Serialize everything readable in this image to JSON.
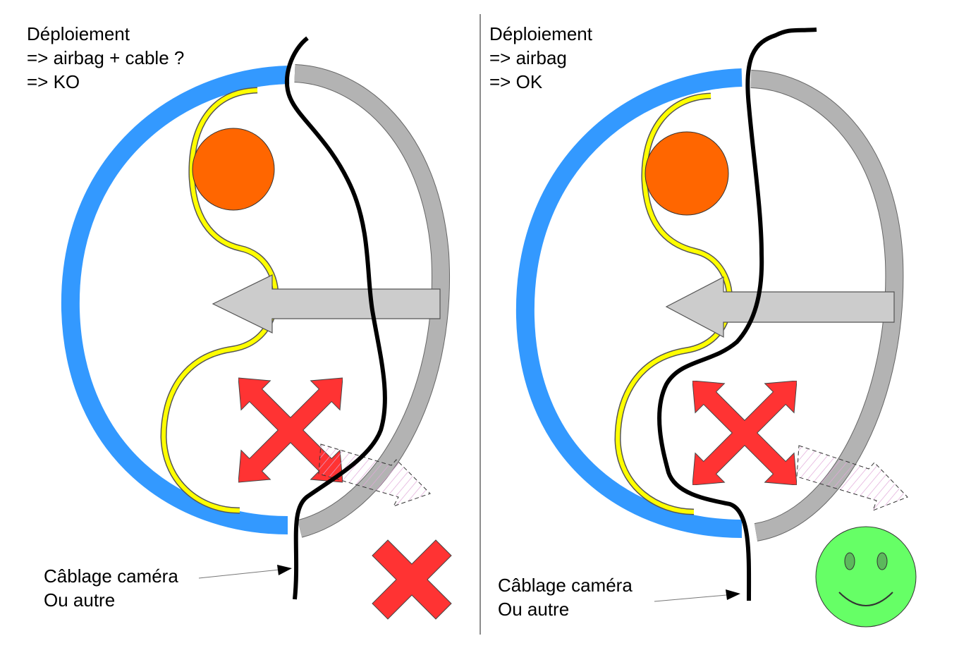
{
  "colors": {
    "blue": "#3399ff",
    "gray": "#b3b3b3",
    "yellow": "#ffff00",
    "orange": "#ff6600",
    "red": "#ff3333",
    "cable": "#000000",
    "arrow_fill": "#cccccc",
    "smiley": "#66ff66",
    "divider": "#666666"
  },
  "left_panel": {
    "heading": {
      "line1": "Déploiement",
      "line2": "=> airbag + cable ?",
      "line3": "=> KO"
    },
    "cable_label": {
      "line1": "Câblage caméra",
      "line2": "Ou autre"
    },
    "verdict_icon": "red-cross-icon"
  },
  "right_panel": {
    "heading": {
      "line1": "Déploiement",
      "line2": "=> airbag",
      "line3": "=> OK"
    },
    "cable_label": {
      "line1": "Câblage caméra",
      "line2": "Ou autre"
    },
    "verdict_icon": "smiley-icon"
  }
}
